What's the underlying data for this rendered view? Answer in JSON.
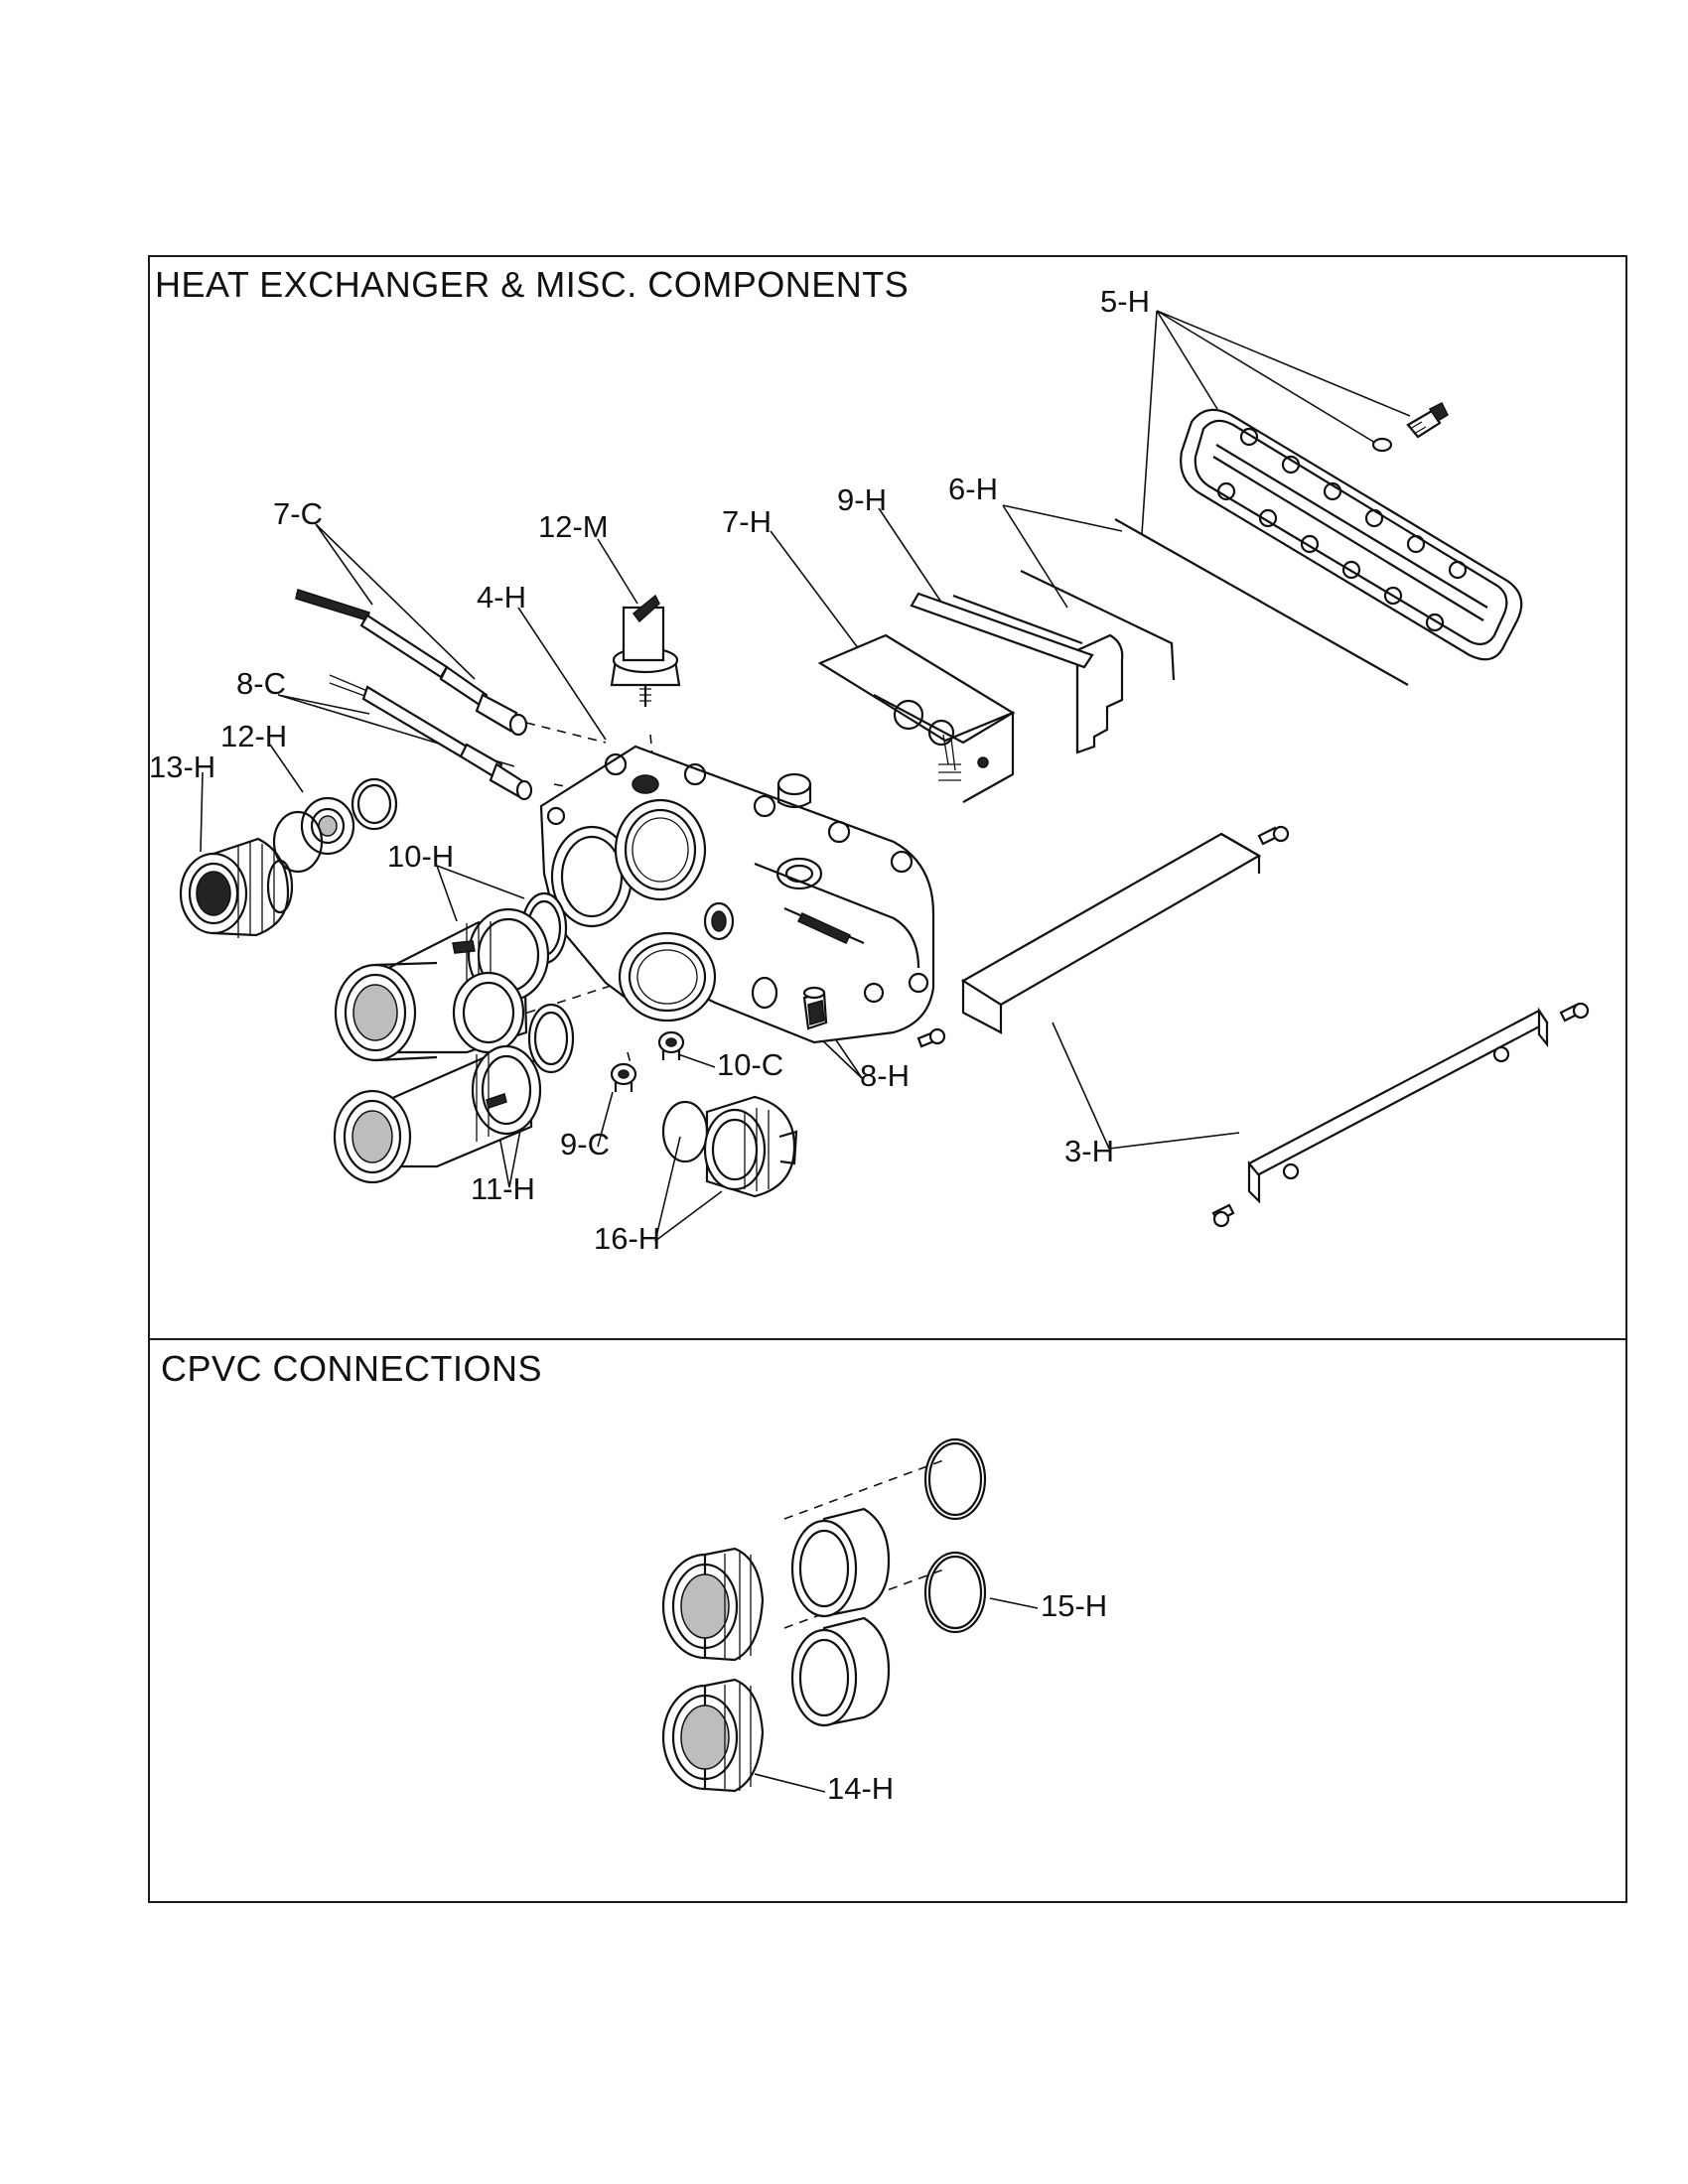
{
  "sections": {
    "heat_exchanger": {
      "title": "HEAT EXCHANGER & MISC. COMPONENTS"
    },
    "cpvc": {
      "title": "CPVC CONNECTIONS"
    }
  },
  "callouts": {
    "c_5H": "5-H",
    "c_7C": "7-C",
    "c_12M": "12-M",
    "c_7H": "7-H",
    "c_9H": "9-H",
    "c_6H": "6-H",
    "c_4H": "4-H",
    "c_8C": "8-C",
    "c_12H": "12-H",
    "c_13H": "13-H",
    "c_10H": "10-H",
    "c_10C": "10-C",
    "c_8H": "8-H",
    "c_9C": "9-C",
    "c_11H": "11-H",
    "c_16H": "16-H",
    "c_3H": "3-H",
    "c_15H": "15-H",
    "c_14H": "14-H"
  }
}
